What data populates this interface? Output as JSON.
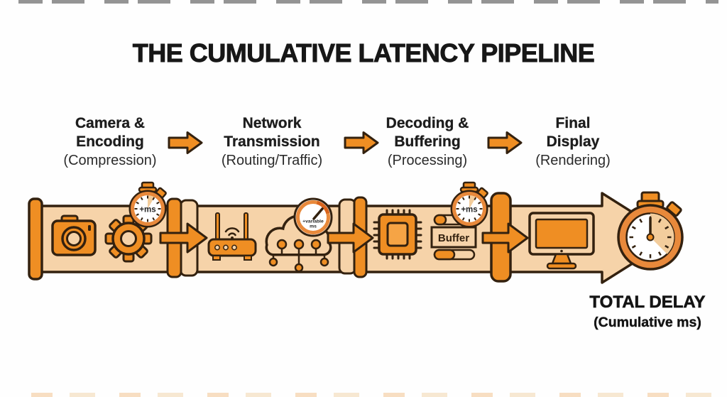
{
  "title": "THE CUMULATIVE LATENCY PIPELINE",
  "stages": [
    {
      "line1": "Camera &",
      "line2": "Encoding",
      "sub": "(Compression)"
    },
    {
      "line1": "Network",
      "line2": "Transmission",
      "sub": "(Routing/Traffic)"
    },
    {
      "line1": "Decoding &",
      "line2": "Buffering",
      "sub": "(Processing)"
    },
    {
      "line1": "Final",
      "line2": "Display",
      "sub": "(Rendering)"
    }
  ],
  "pipeline": {
    "stopwatch_label": "+ms",
    "gauge_label_line1": "+variable",
    "gauge_label_line2": "ms",
    "buffer_label": "Buffer"
  },
  "total_delay": {
    "line1": "TOTAL DELAY",
    "line2": "(Cumulative ms)"
  },
  "colors": {
    "accent_orange": "#EF8E23",
    "pipe_fill": "#F6D3A9",
    "outline_dark": "#33210F",
    "watch_ring": "#E8893B",
    "sector_tan": "#F3CD9C",
    "gauge_arc": "#D9641C",
    "title_text": "#171717",
    "background": "#FFFFFF"
  },
  "icons": {
    "camera-icon": "camera",
    "gear-icon": "encoding gear",
    "stopwatch-icon": "stopwatch adding ms",
    "router-icon": "wifi router",
    "cloud-network-icon": "cloud with network nodes",
    "gauge-icon": "speed gauge variable ms",
    "chip-icon": "processor chip",
    "buffer-icon": "buffer stack",
    "monitor-icon": "desktop monitor",
    "total-stopwatch-icon": "large total-delay stopwatch",
    "pipe-arrow-icon": "pipeline flow arrow"
  }
}
